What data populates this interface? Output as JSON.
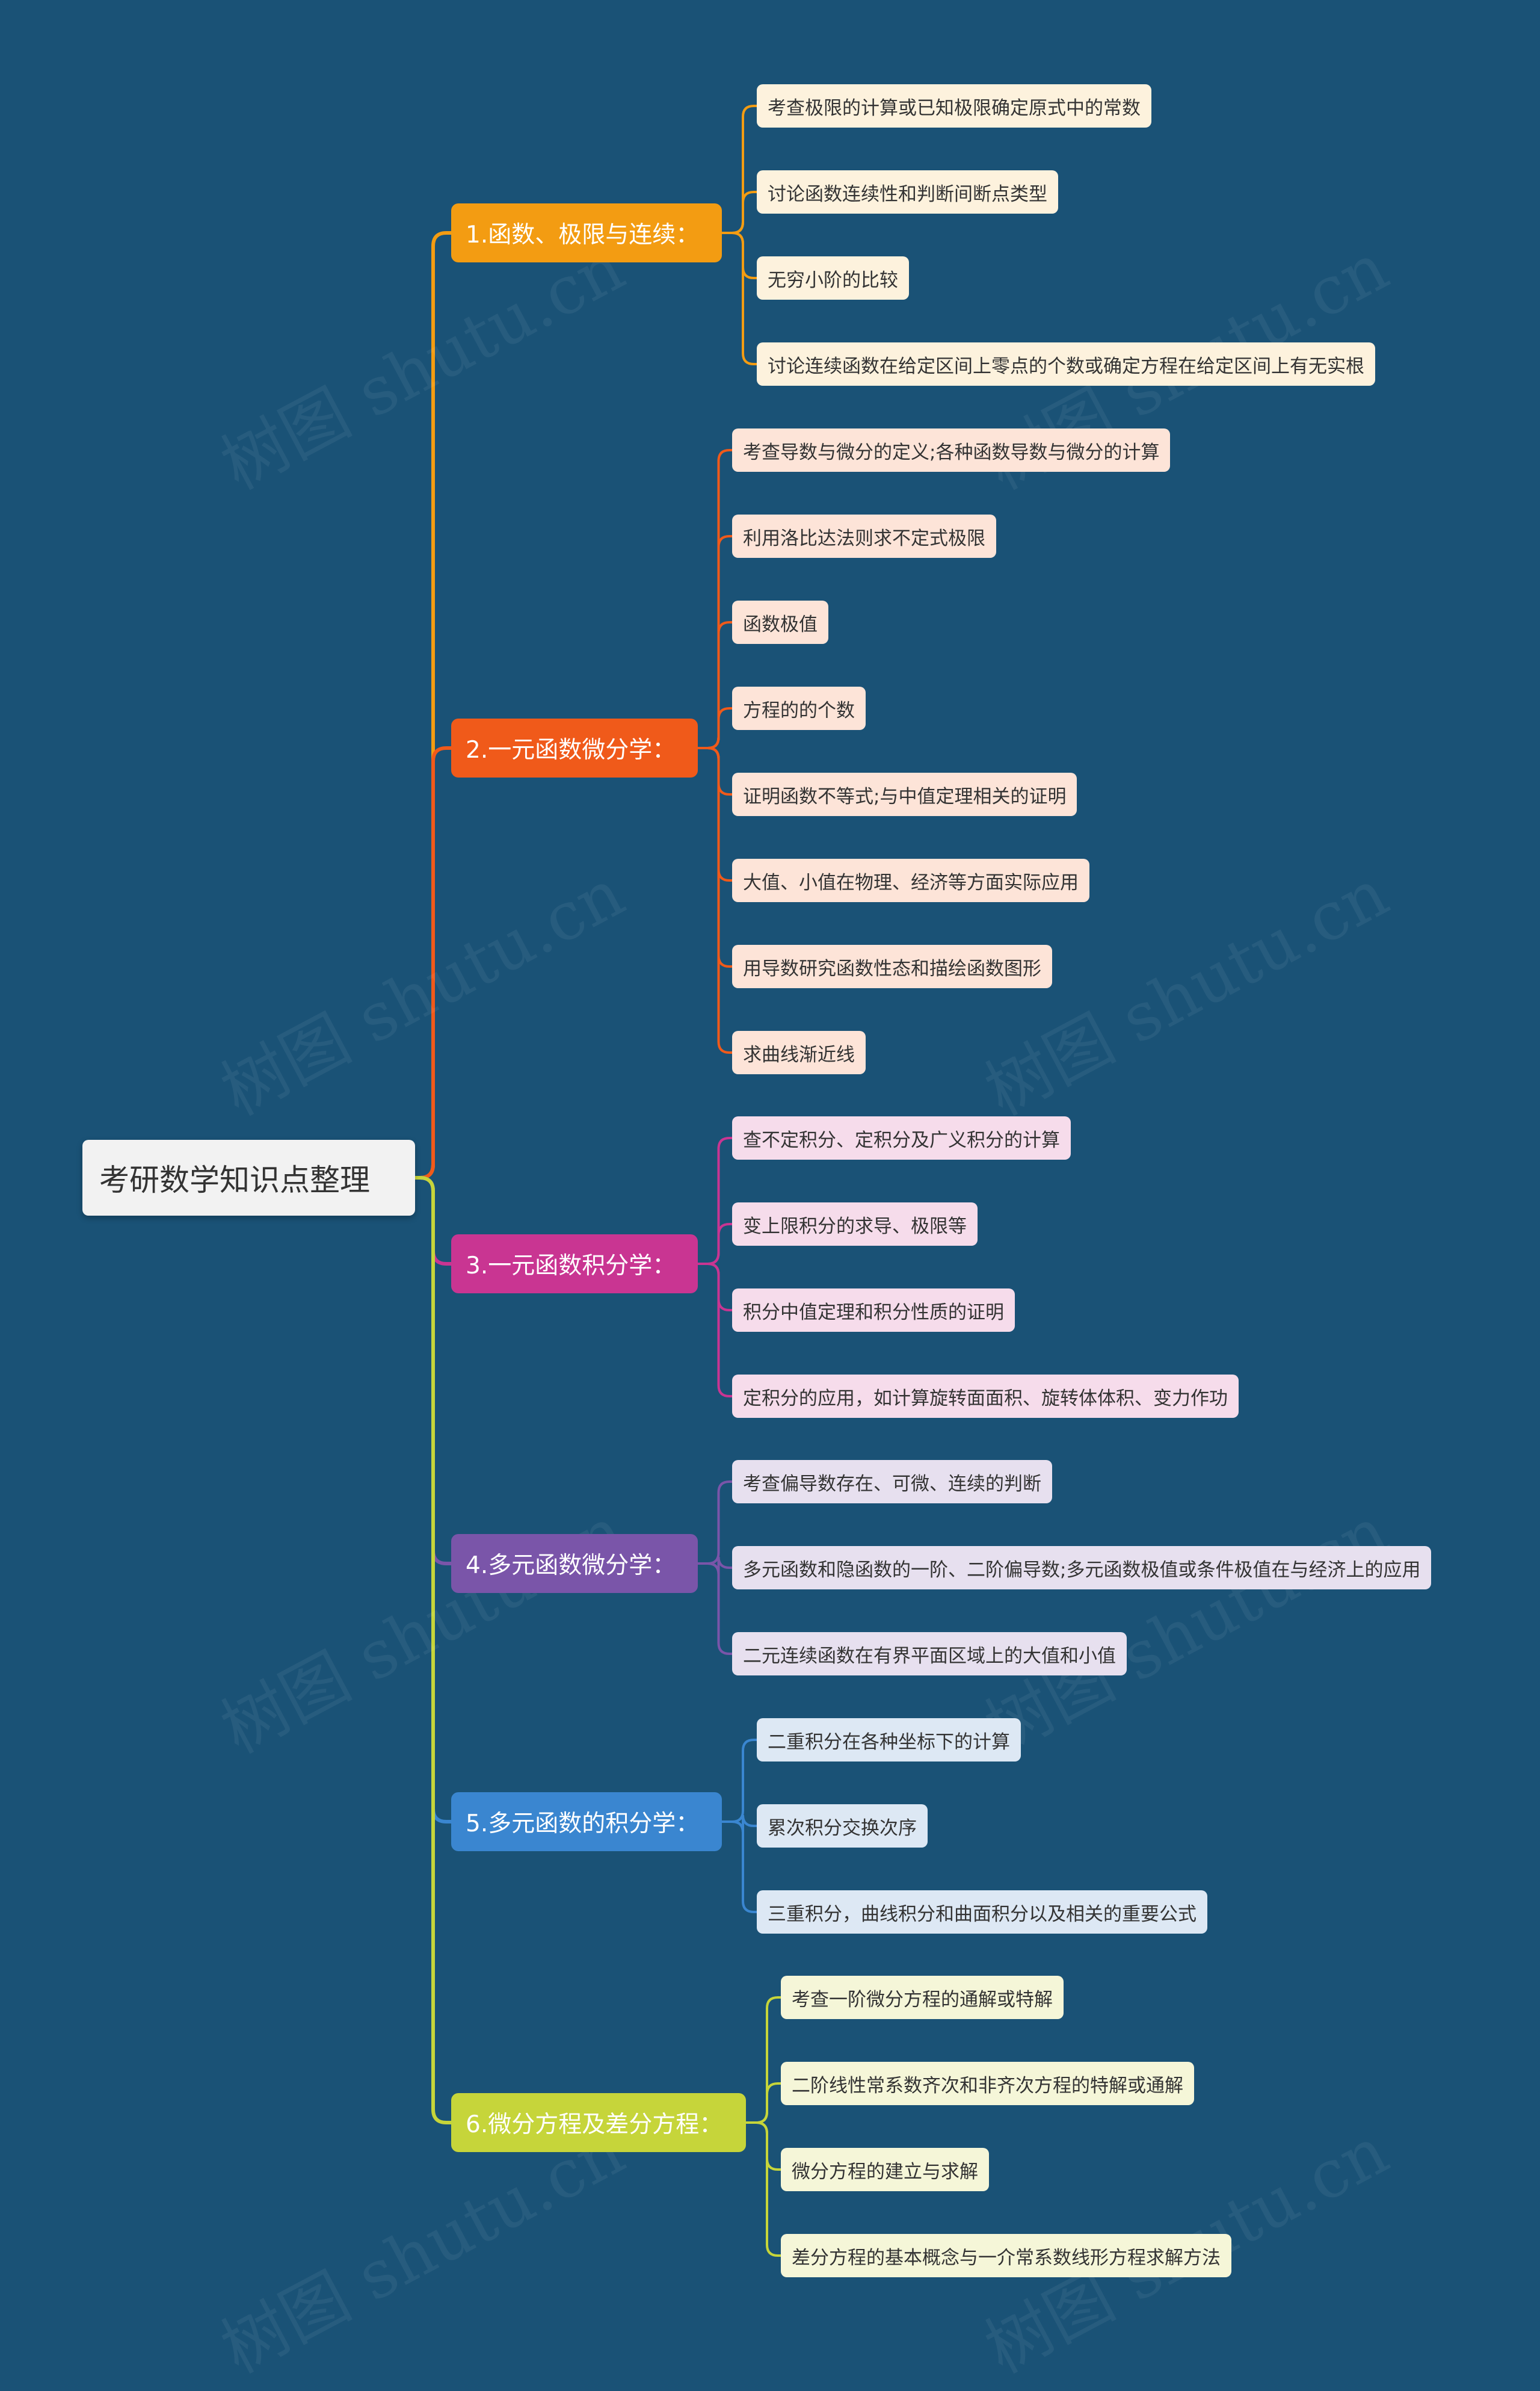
{
  "root": {
    "label": "考研数学知识点整理"
  },
  "watermark": "树图 shutu.cn",
  "branches": [
    {
      "label": "1.函数、极限与连续：",
      "color": "#f39c12",
      "leaf_bg": "#fdf2dd",
      "leaves": [
        "考查极限的计算或已知极限确定原式中的常数",
        "讨论函数连续性和判断间断点类型",
        "无穷小阶的比较",
        "讨论连续函数在给定区间上零点的个数或确定方程在给定区间上有无实根"
      ]
    },
    {
      "label": "2.一元函数微分学：",
      "color": "#f05a1a",
      "leaf_bg": "#fde4d8",
      "leaves": [
        "考查导数与微分的定义;各种函数导数与微分的计算",
        "利用洛比达法则求不定式极限",
        "函数极值",
        "方程的的个数",
        "证明函数不等式;与中值定理相关的证明",
        "大值、小值在物理、经济等方面实际应用",
        "用导数研究函数性态和描绘函数图形",
        "求曲线渐近线"
      ]
    },
    {
      "label": "3.一元函数积分学：",
      "color": "#c93592",
      "leaf_bg": "#f6dceb",
      "leaves": [
        "查不定积分、定积分及广义积分的计算",
        "变上限积分的求导、极限等",
        "积分中值定理和积分性质的证明",
        "定积分的应用，如计算旋转面面积、旋转体体积、变力作功"
      ]
    },
    {
      "label": "4.多元函数微分学：",
      "color": "#7a55a9",
      "leaf_bg": "#e7e0ef",
      "leaves": [
        "考查偏导数存在、可微、连续的判断",
        "多元函数和隐函数的一阶、二阶偏导数;多元函数极值或条件极值在与经济上的应用",
        "二元连续函数在有界平面区域上的大值和小值"
      ]
    },
    {
      "label": "5.多元函数的积分学：",
      "color": "#3a86d0",
      "leaf_bg": "#dde8f4",
      "leaves": [
        "二重积分在各种坐标下的计算",
        "累次积分交换次序",
        "三重积分，曲线积分和曲面积分以及相关的重要公式"
      ]
    },
    {
      "label": "6.微分方程及差分方程：",
      "color": "#c6d53a",
      "leaf_bg": "#f5f6d8",
      "leaves": [
        "考查一阶微分方程的通解或特解",
        "二阶线性常系数齐次和非齐次方程的特解或通解",
        "微分方程的建立与求解",
        "差分方程的基本概念与一介常系数线形方程求解方法"
      ]
    }
  ]
}
